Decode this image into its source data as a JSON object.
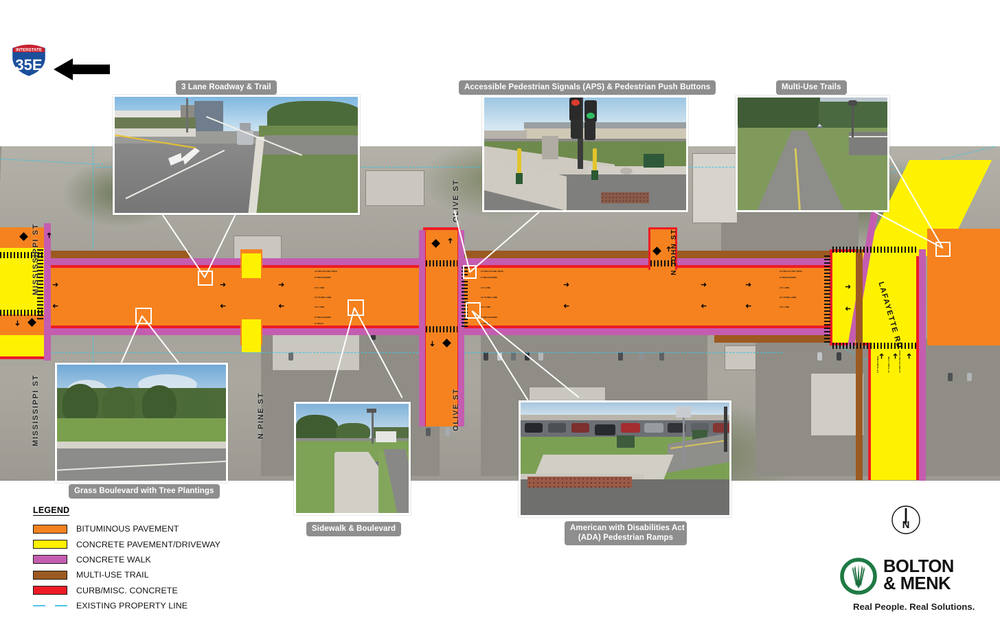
{
  "exhibit": {
    "route_marker": {
      "type_label": "INTERSTATE",
      "number": "35E",
      "direction_icon": "left-arrow"
    },
    "north_arrow_label": "N"
  },
  "legend": {
    "title": "LEGEND",
    "items": [
      {
        "label": "BITUMINOUS PAVEMENT",
        "color": "#F5821F",
        "style": "swatch"
      },
      {
        "label": "CONCRETE PAVEMENT/DRIVEWAY",
        "color": "#FFF200",
        "style": "swatch"
      },
      {
        "label": "CONCRETE WALK",
        "color": "#C45DB0",
        "style": "swatch"
      },
      {
        "label": "MULTI-USE TRAIL",
        "color": "#9C5A21",
        "style": "swatch"
      },
      {
        "label": "CURB/MISC. CONCRETE",
        "color": "#ED1C24",
        "style": "swatch"
      },
      {
        "label": "EXISTING PROPERTY LINE",
        "color": "#4FC3E8",
        "style": "dashed-line"
      }
    ]
  },
  "callouts": [
    {
      "id": "three-lane-roadway-trail",
      "label": "3 Lane Roadway & Trail",
      "photo_alt": "Street level view of a three lane roadway with turn arrow pavement markings, curb, grass boulevard and paved trail"
    },
    {
      "id": "aps-push-buttons",
      "label": "Accessible Pedestrian Signals (APS) & Pedestrian Push Buttons",
      "photo_alt": "Signalized corner with traffic signal mast arm and yellow accessible pedestrian push button poles on concrete sidewalk"
    },
    {
      "id": "multi-use-trails",
      "label": "Multi-Use Trails",
      "photo_alt": "Paved multi-use trail with center stripe running through a grassy corridor beside a roadway"
    },
    {
      "id": "grass-boulevard-tree-plantings",
      "label": "Grass Boulevard with Tree Plantings",
      "photo_alt": "Roadway with a wide grass boulevard planted with rows of young trees"
    },
    {
      "id": "sidewalk-boulevard",
      "label": "Sidewalk & Boulevard",
      "photo_alt": "Concrete sidewalk separated from the street by a grass boulevard"
    },
    {
      "id": "ada-pedestrian-ramps",
      "label": "American with Disabilities Act\n(ADA) Pedestrian Ramps",
      "label_line1": "American with Disabilities Act",
      "label_line2": "(ADA) Pedestrian Ramps",
      "photo_alt": "Curb ramp with red truncated dome detectable warning surface at a street corner next to a parking lot"
    }
  ],
  "map": {
    "street_labels": [
      {
        "name": "MISSISSIPPI ST"
      },
      {
        "name": "MISSISSIPPI ST"
      },
      {
        "name": "N PINE ST"
      },
      {
        "name": "OLIVE ST"
      },
      {
        "name": "OLIVE ST"
      },
      {
        "name": "N JOHN ST"
      },
      {
        "name": "LAFAYETTE RD"
      }
    ],
    "typical_section_labels": [
      "10' MULTI-USE TRAIL",
      "8' BOULEVARD",
      "12' LANE",
      "12' TURN LANE",
      "12' LANE",
      "6' BOULEVARD",
      "6' WALK",
      "8.5' SHOULDER",
      "10' MULTI-USE TRAIL",
      "12' THRU LANE"
    ]
  },
  "branding": {
    "company_line1": "BOLTON",
    "company_line2": "& MENK",
    "tagline": "Real People. Real Solutions."
  }
}
